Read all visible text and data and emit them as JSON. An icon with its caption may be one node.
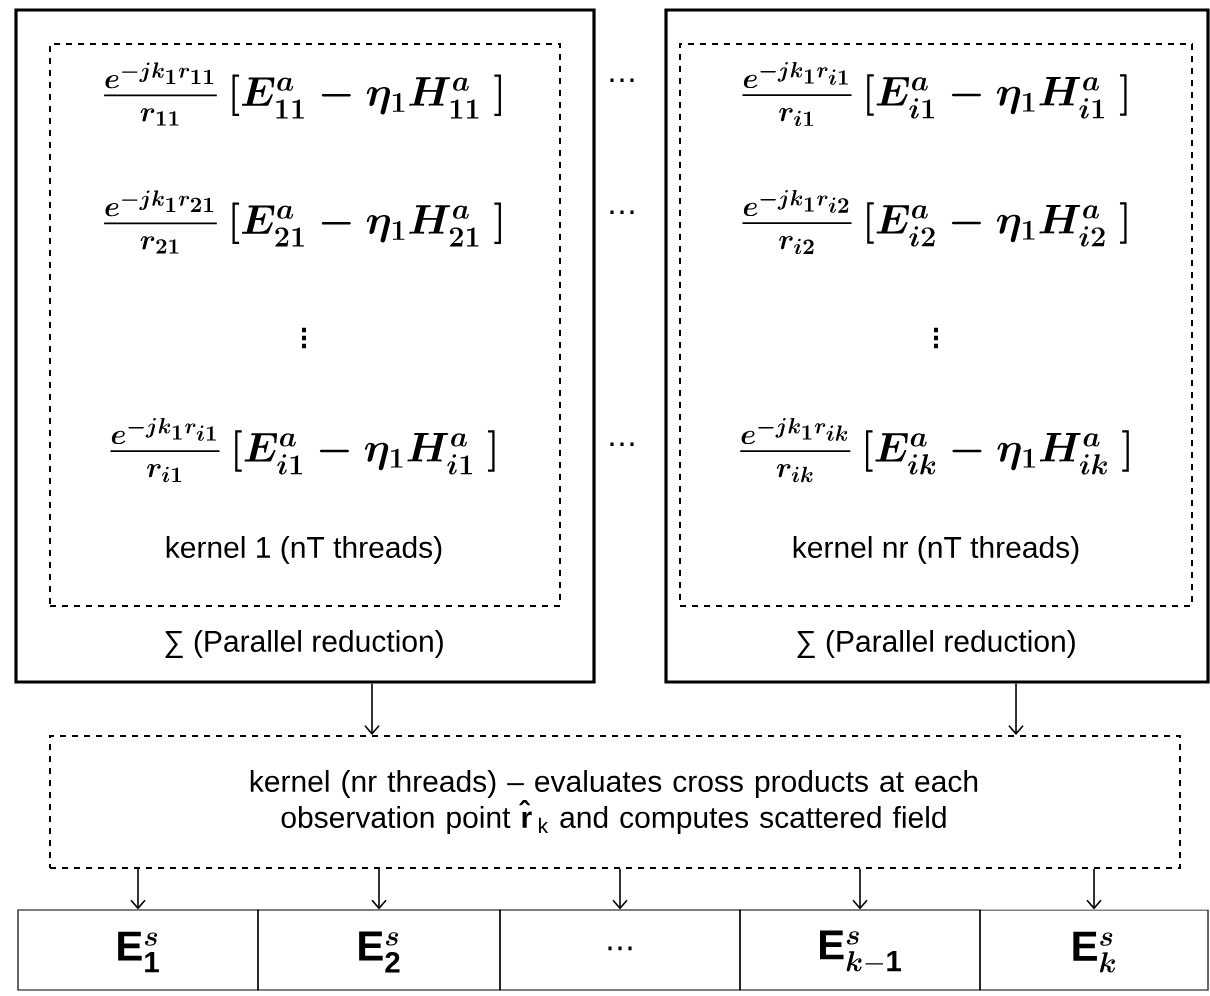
{
  "diagram": {
    "nodes": [
      {
        "text": [
          "∑  (Parallel reduction)"
        ]
      },
      {
        "text": [
          "\\boldsymbol{\\frac{e^{-jk_1r_{11}}}{r_{11}}\\,[E^{a}_{11}-\\eta_1H^{a}_{11}\\ ]}",
          "\\boldsymbol{\\frac{e^{-jk_1r_{21}}}{r_{21}}\\,[E^{a}_{21}-\\eta_1H^{a}_{21}\\ ]}",
          "\\vdots",
          "\\boldsymbol{\\frac{e^{-jk_1r_{i1}}}{r_{i1}}\\,[E^{a}_{i1}-\\eta_1H^{a}_{i1}\\ ]}",
          "kernel 1 (nT threads)"
        ],
        "in": 0
      },
      {
        "text": [
          "∑  (Parallel reduction)"
        ]
      },
      {
        "text": [
          "\\boldsymbol{\\frac{e^{-jk_1r_{i1}}}{r_{i1}}\\,[E^{a}_{i1}-\\eta_1H^{a}_{i1}\\ ]}",
          "\\boldsymbol{\\frac{e^{-jk_1r_{i2}}}{r_{i2}}\\,[E^{a}_{i2}-\\eta_1H^{a}_{i2}\\ ]}",
          "\\vdots",
          "\\boldsymbol{\\frac{e^{-jk_1r_{ik}}}{r_{ik}}\\,[E^{a}_{ik}-\\eta_1H^{a}_{ik}\\ ]}",
          "kernel nr (nT threads)"
        ],
        "in": 2
      },
      {
        "text": [
          "kernel (nr threads) – evaluates cross products at each observation point **r̂**$_{k}$ and computes scattered field"
        ]
      },
      {
        "text": [
          "\\mathbf{E}^{\\boldsymbol{s}}_{\\mathbf{1}}"
        ]
      },
      {
        "text": [
          "\\mathbf{E}^{\\boldsymbol{s}}_{\\mathbf{2}}"
        ]
      },
      {
        "text": [
          "⋯"
        ]
      },
      {
        "text": [
          "\\mathbf{E}^{\\boldsymbol{s}}_{\\boldsymbol{k}\\mathbf{-1}}"
        ]
      },
      {
        "text": [
          "\\mathbf{E}^{\\boldsymbol{s}}_{\\boldsymbol{k}}"
        ]
      }
    ],
    "edges": [
      {
        "from": 0,
        "to": 4,
        "arrow": "to"
      },
      {
        "from": 2,
        "to": 4,
        "arrow": "to"
      },
      {
        "from": 4,
        "to": 5,
        "arrow": "to"
      },
      {
        "from": 4,
        "to": 6,
        "arrow": "to"
      },
      {
        "from": 4,
        "to": 7,
        "arrow": "to"
      },
      {
        "from": 4,
        "to": 8,
        "arrow": "to"
      },
      {
        "from": 4,
        "to": 9,
        "arrow": "to"
      }
    ],
    "labels": [
      "⋯",
      "⋯",
      "⋯"
    ]
  }
}
